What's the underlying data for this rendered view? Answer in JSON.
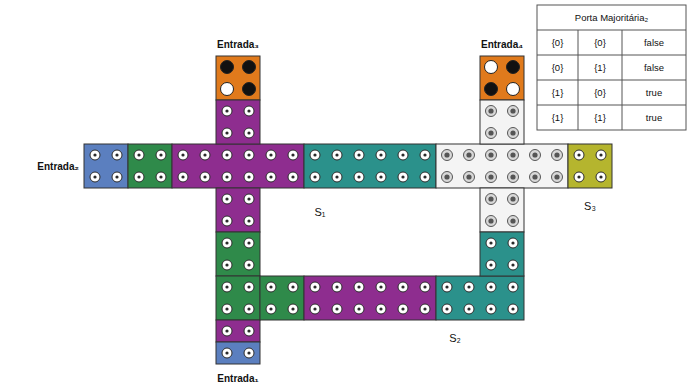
{
  "diagram": {
    "labels": [
      "Entrada₃",
      "Entrada₄",
      "Porta Majoritária₂",
      "{0}",
      "{0}",
      "false",
      "{0}",
      "{1}",
      "false",
      "{1}",
      "{0}",
      "true",
      "{1}",
      "{1}",
      "true",
      "Entrada₂",
      "S₁",
      "S₃",
      "S₂",
      "Entrada₁"
    ]
  }
}
